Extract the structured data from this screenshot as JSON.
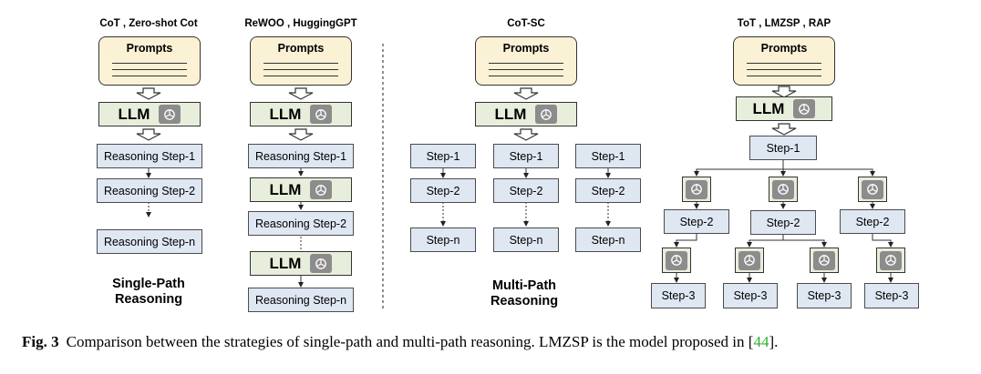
{
  "columns": {
    "single_a": {
      "label": "CoT , Zero-shot Cot",
      "steps": [
        "Reasoning Step-1",
        "Reasoning Step-2",
        "Reasoning Step-n"
      ]
    },
    "single_b": {
      "label": "ReWOO , HuggingGPT",
      "steps": [
        "Reasoning Step-1",
        "Reasoning Step-2",
        "Reasoning Step-n"
      ]
    },
    "multi": {
      "label": "CoT-SC",
      "steps": [
        "Step-1",
        "Step-2",
        "Step-n"
      ]
    },
    "tree": {
      "label": "ToT , LMZSP , RAP",
      "root": "Step-1",
      "level2": "Step-2",
      "level3": "Step-3"
    }
  },
  "prompt_label": "Prompts",
  "llm_label": "LLM",
  "paradigms": {
    "single": [
      "Single-Path",
      "Reasoning"
    ],
    "multi": [
      "Multi-Path",
      "Reasoning"
    ]
  },
  "caption": {
    "fig": "Fig. 3",
    "text": "Comparison between the strategies of single-path and multi-path reasoning. LMZSP is the model proposed in [",
    "ref": "44",
    "end": "]."
  },
  "icon": "openai-logo-icon"
}
